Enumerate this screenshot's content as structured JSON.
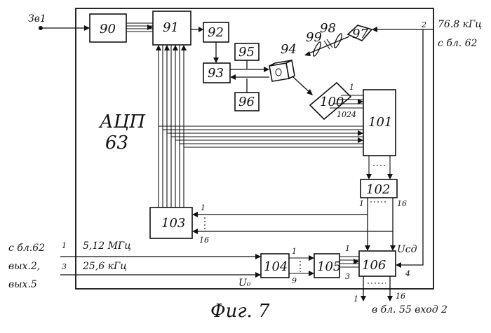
{
  "blocks": {
    "b90": "90",
    "b91": "91",
    "b92": "92",
    "b93": "93",
    "b94": "94",
    "b95": "95",
    "b96": "96",
    "b97": "97",
    "b98": "98",
    "b99": "99",
    "b100": "100",
    "b101": "101",
    "b102": "102",
    "b103": "103",
    "b104": "104",
    "b105": "105",
    "b106": "106"
  },
  "texts": {
    "input_label": "Зв1",
    "module_name": "АЦП",
    "module_number": "63",
    "clk_in": "76.8 кГц",
    "clk_src": "с бл. 62",
    "src_left_1": "с бл.62",
    "src_left_2": "вых.2,",
    "src_left_3": "вых.5",
    "f1": "5,12 МГц",
    "f2": "25,6 кГц",
    "u0": "U₀",
    "usd": "Uсд",
    "out_label": "в бл. 55 вход 2",
    "figure": "Фиг. 7"
  },
  "pins": {
    "p1": "1",
    "p2": "2",
    "p3": "3",
    "p4": "4",
    "p9": "9",
    "p16": "16",
    "p1024": "1024"
  }
}
